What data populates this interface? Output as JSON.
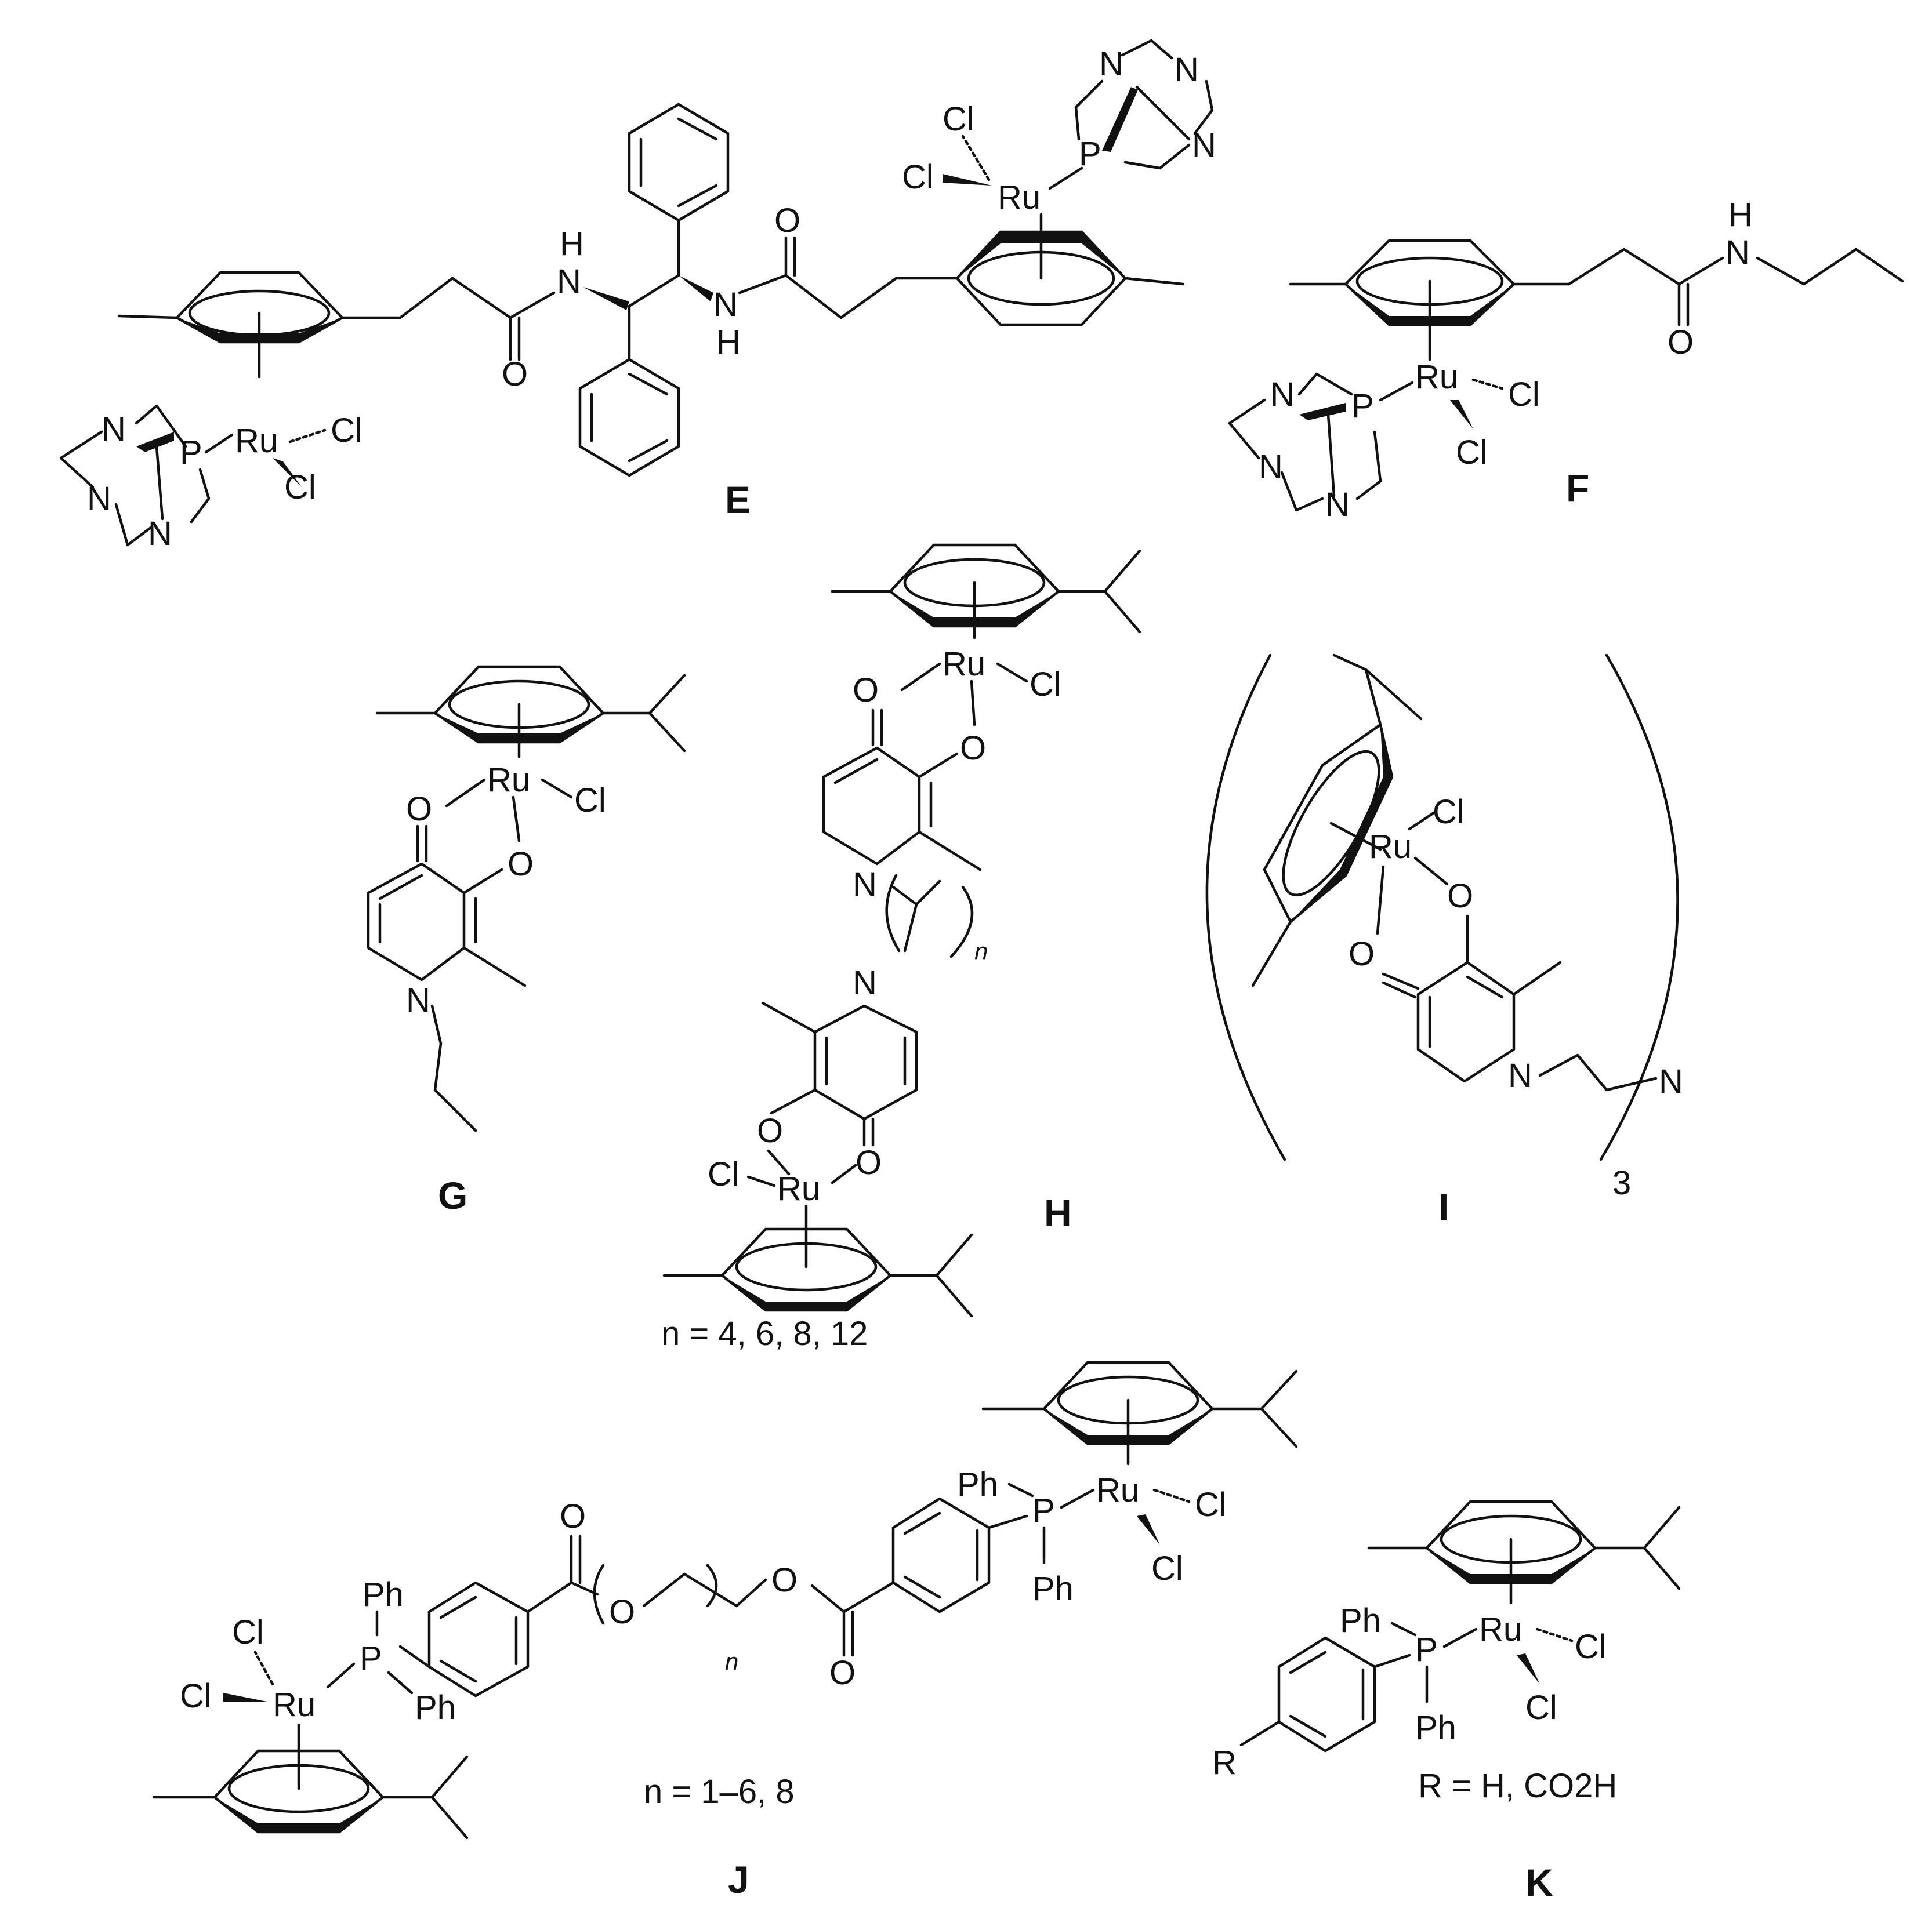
{
  "figure": {
    "compound_labels": {
      "E": "E",
      "F": "F",
      "G": "G",
      "H": "H",
      "I": "I",
      "J": "J",
      "K": "K"
    },
    "notes": {
      "H_n": "n = 4, 6, 8, 12",
      "J_n": "n = 1–6, 8",
      "K_R": "R = H, CO2H"
    },
    "atoms": {
      "Ru": "Ru",
      "Cl": "Cl",
      "P": "P",
      "N": "N",
      "O": "O",
      "H": "H",
      "Ph": "Ph",
      "R": "R",
      "n": "n",
      "three": "3"
    }
  }
}
